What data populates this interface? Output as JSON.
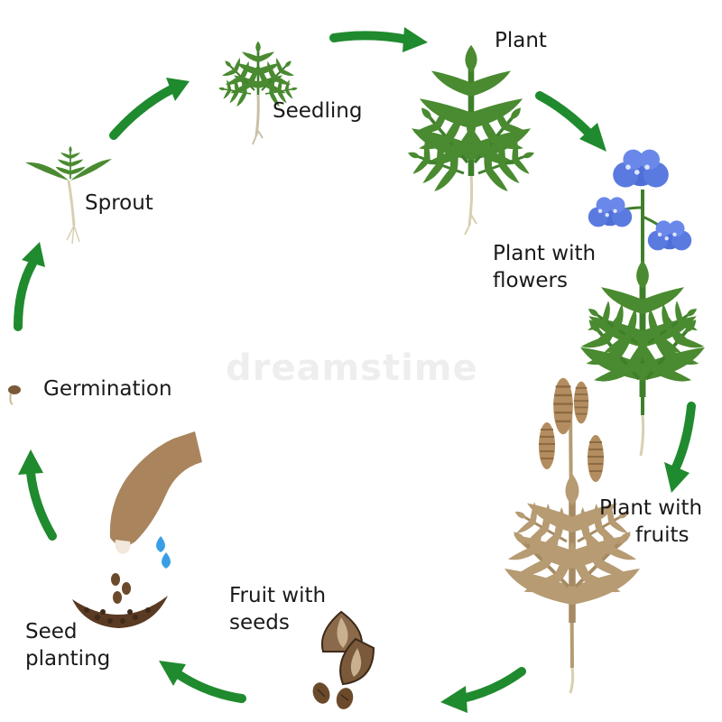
{
  "diagram": {
    "stages": {
      "seedling": "Seedling",
      "plant": "Plant",
      "plant_with_flowers": [
        "Plant with",
        "flowers"
      ],
      "plant_with_fruits": [
        "Plant with",
        "fruits"
      ],
      "fruit_with_seeds": [
        "Fruit with",
        "seeds"
      ],
      "seed_planting": [
        "Seed",
        "planting"
      ],
      "germination": "Germination",
      "sprout": "Sprout"
    },
    "watermark": "dreamstime",
    "colors": {
      "arrow": "#1f8a2e",
      "leaf": "#3f7f2c",
      "flower": "#4f6fd8",
      "dry_plant": "#b69b73",
      "seed": "#6b4a2b",
      "hand": "#a9845d",
      "water": "#3a9ee6"
    }
  }
}
